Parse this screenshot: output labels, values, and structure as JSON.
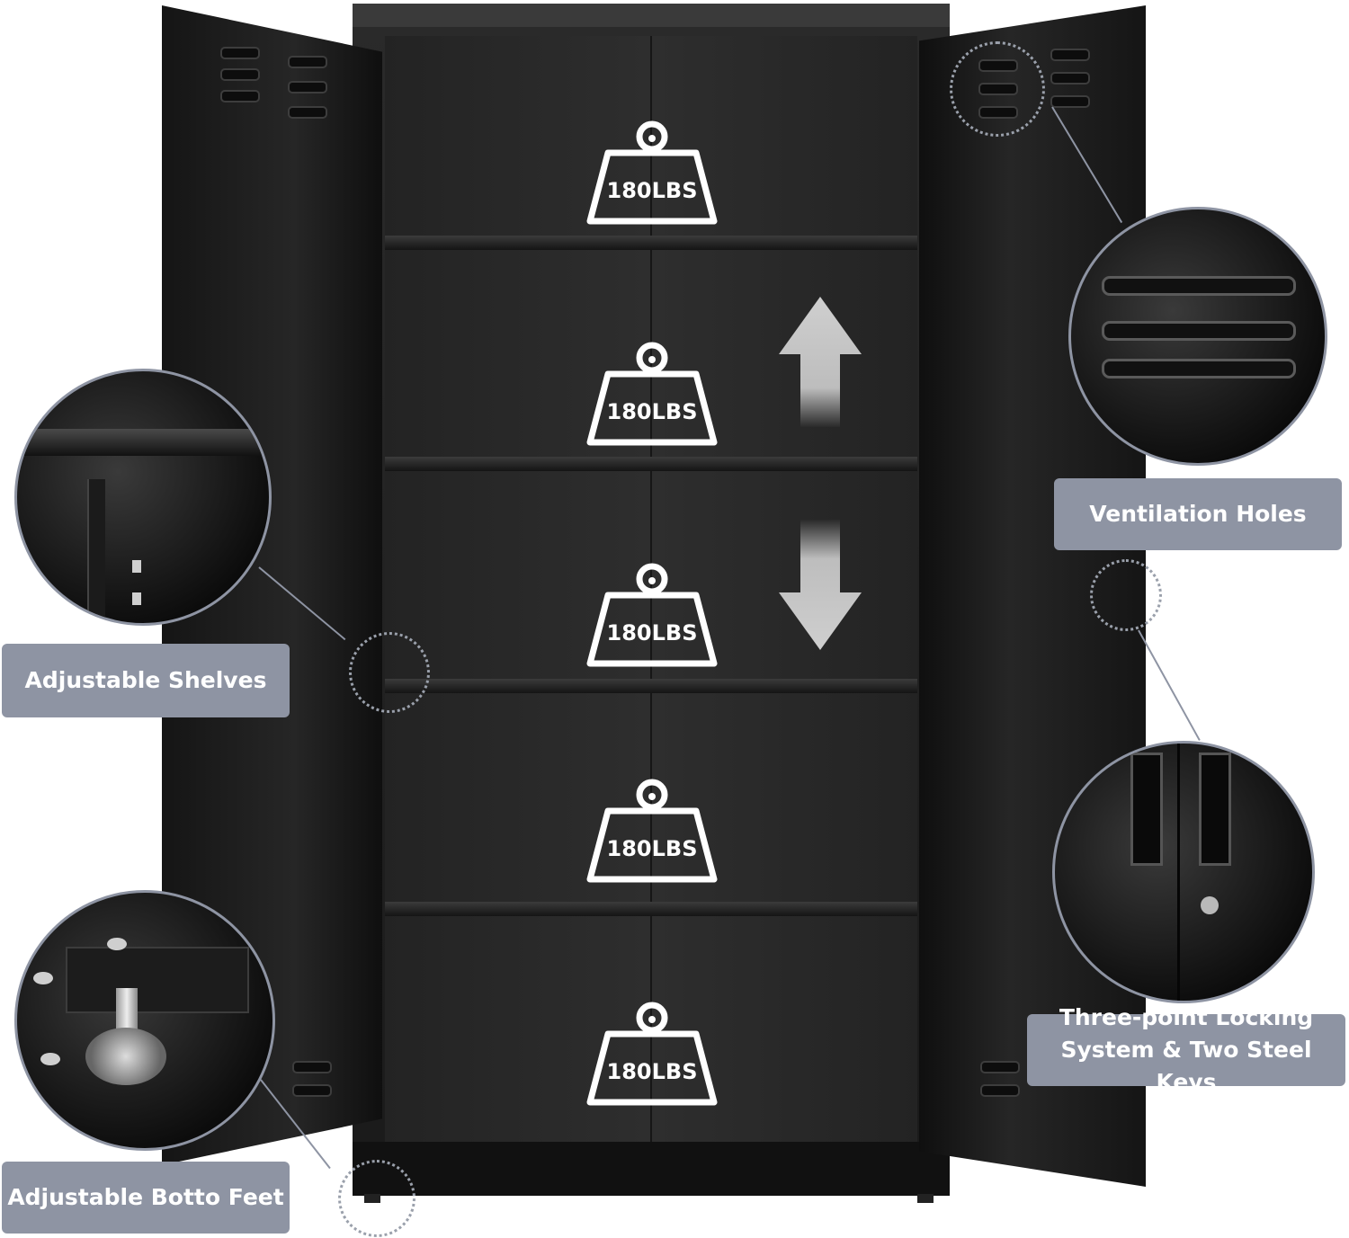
{
  "badges": [
    {
      "text": "180LBS"
    },
    {
      "text": "180LBS"
    },
    {
      "text": "180LBS"
    },
    {
      "text": "180LBS"
    },
    {
      "text": "180LBS"
    }
  ],
  "callouts": {
    "ventilation": "Ventilation Holes",
    "shelves": "Adjustable Shelves",
    "locking_line1": "Three-point Locking",
    "locking_line2": "System & Two Steel Keys",
    "feet": "Adjustable Botto Feet"
  },
  "colors": {
    "label_bg": "#8e94a3",
    "cabinet": "#1f1f1f",
    "badge": "#ffffff"
  }
}
